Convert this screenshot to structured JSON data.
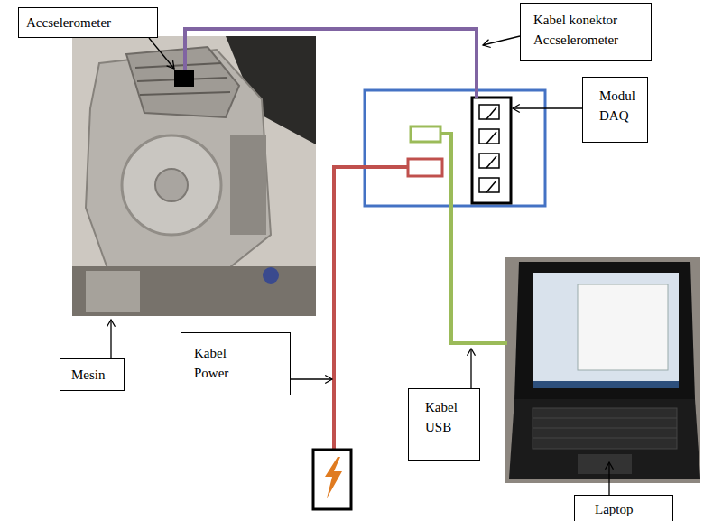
{
  "diagram": {
    "nodes": [
      {
        "text": [
          "Accselerometer"
        ]
      },
      {
        "text": [
          "Kabel konektor Accselerometer"
        ]
      },
      {
        "text": [
          "Modul DAQ"
        ]
      },
      {
        "text": [
          "Mesin"
        ]
      },
      {
        "text": [
          "Kabel Power"
        ]
      },
      {
        "text": [
          "Kabel USB"
        ]
      },
      {
        "text": [
          "Laptop"
        ]
      }
    ]
  }
}
